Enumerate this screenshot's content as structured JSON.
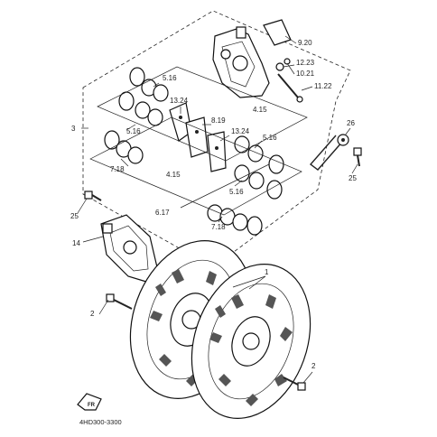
{
  "labels": {
    "l1": "1",
    "l2a": "2",
    "l2b": "2",
    "l3": "3",
    "l14": "14",
    "l25a": "25",
    "l25b": "25",
    "l26": "26",
    "l4_15a": "4.15",
    "l4_15b": "4.15",
    "l5_16a": "5.16",
    "l5_16b": "5.16",
    "l5_16c": "5.16",
    "l5_16d": "5.16",
    "l6_17": "6.17",
    "l7_18a": "7.18",
    "l7_18b": "7.18",
    "l8_19": "8.19",
    "l9_20": "9.20",
    "l10_21": "10.21",
    "l11_22": "11.22",
    "l12_23": "12.23",
    "l13_24a": "13.24",
    "l13_24b": "13.24"
  },
  "fr_mark": "FR",
  "diagram_code": "4HD300-3300",
  "icons": [
    "fr-arrow-icon"
  ]
}
